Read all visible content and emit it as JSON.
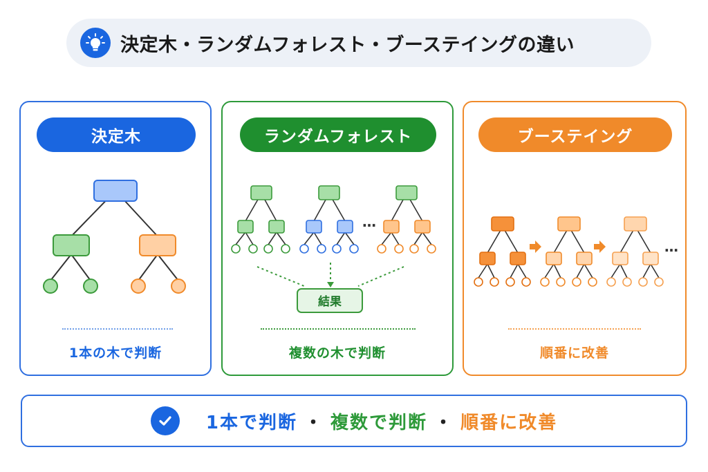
{
  "title": "決定木・ランダムフォレスト・ブーステイングの違い",
  "colors": {
    "blue": "#1a66e0",
    "green": "#2e9a3a",
    "orange": "#f08a2a"
  },
  "icons": {
    "title": "lightbulb-icon",
    "summary": "check-circle-icon"
  },
  "panels": {
    "decision_tree": {
      "label": "決定木",
      "caption": "1本の木で判断"
    },
    "random_forest": {
      "label": "ランダムフォレスト",
      "caption": "複数の木で判断",
      "result_label": "結果",
      "ellipsis": "…"
    },
    "boosting": {
      "label": "ブーステイング",
      "caption": "順番に改善",
      "ellipsis": "…"
    }
  },
  "summary": {
    "part1": "1本で判断",
    "sep1": "・",
    "part2": "複数で判断",
    "sep2": "・",
    "part3": "順番に改善"
  }
}
